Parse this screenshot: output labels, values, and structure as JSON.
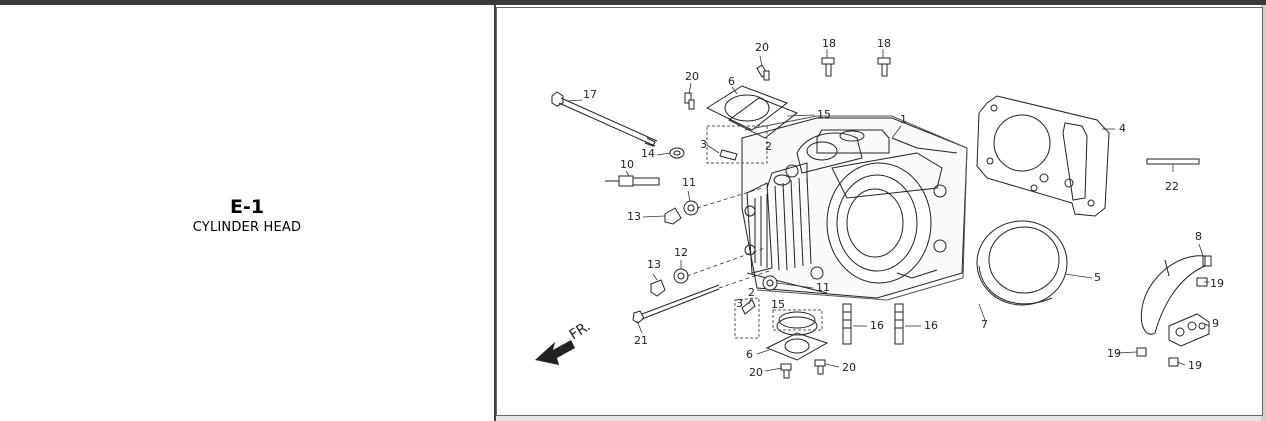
{
  "section": {
    "code": "E-1",
    "title": "CYLINDER HEAD"
  },
  "direction_label": "FR.",
  "callouts": [
    {
      "id": "c17",
      "label": "17"
    },
    {
      "id": "c20a",
      "label": "20"
    },
    {
      "id": "c6a",
      "label": "6"
    },
    {
      "id": "c20b",
      "label": "20"
    },
    {
      "id": "c18a",
      "label": "18"
    },
    {
      "id": "c18b",
      "label": "18"
    },
    {
      "id": "c15a",
      "label": "15"
    },
    {
      "id": "c1",
      "label": "1"
    },
    {
      "id": "c4",
      "label": "4"
    },
    {
      "id": "c3a",
      "label": "3"
    },
    {
      "id": "c2a",
      "label": "2"
    },
    {
      "id": "c14",
      "label": "14"
    },
    {
      "id": "c10",
      "label": "10"
    },
    {
      "id": "c11a",
      "label": "11"
    },
    {
      "id": "c22",
      "label": "22"
    },
    {
      "id": "c13a",
      "label": "13"
    },
    {
      "id": "c12",
      "label": "12"
    },
    {
      "id": "c13b",
      "label": "13"
    },
    {
      "id": "c8",
      "label": "8"
    },
    {
      "id": "c5",
      "label": "5"
    },
    {
      "id": "c19a",
      "label": "19"
    },
    {
      "id": "c11b",
      "label": "11"
    },
    {
      "id": "c2b",
      "label": "2"
    },
    {
      "id": "c3b",
      "label": "3"
    },
    {
      "id": "c15b",
      "label": "15"
    },
    {
      "id": "c16a",
      "label": "16"
    },
    {
      "id": "c16b",
      "label": "16"
    },
    {
      "id": "c7",
      "label": "7"
    },
    {
      "id": "c9",
      "label": "9"
    },
    {
      "id": "c21",
      "label": "21"
    },
    {
      "id": "c6b",
      "label": "6"
    },
    {
      "id": "c20c",
      "label": "20"
    },
    {
      "id": "c20d",
      "label": "20"
    },
    {
      "id": "c19b",
      "label": "19"
    },
    {
      "id": "c19c",
      "label": "19"
    }
  ]
}
